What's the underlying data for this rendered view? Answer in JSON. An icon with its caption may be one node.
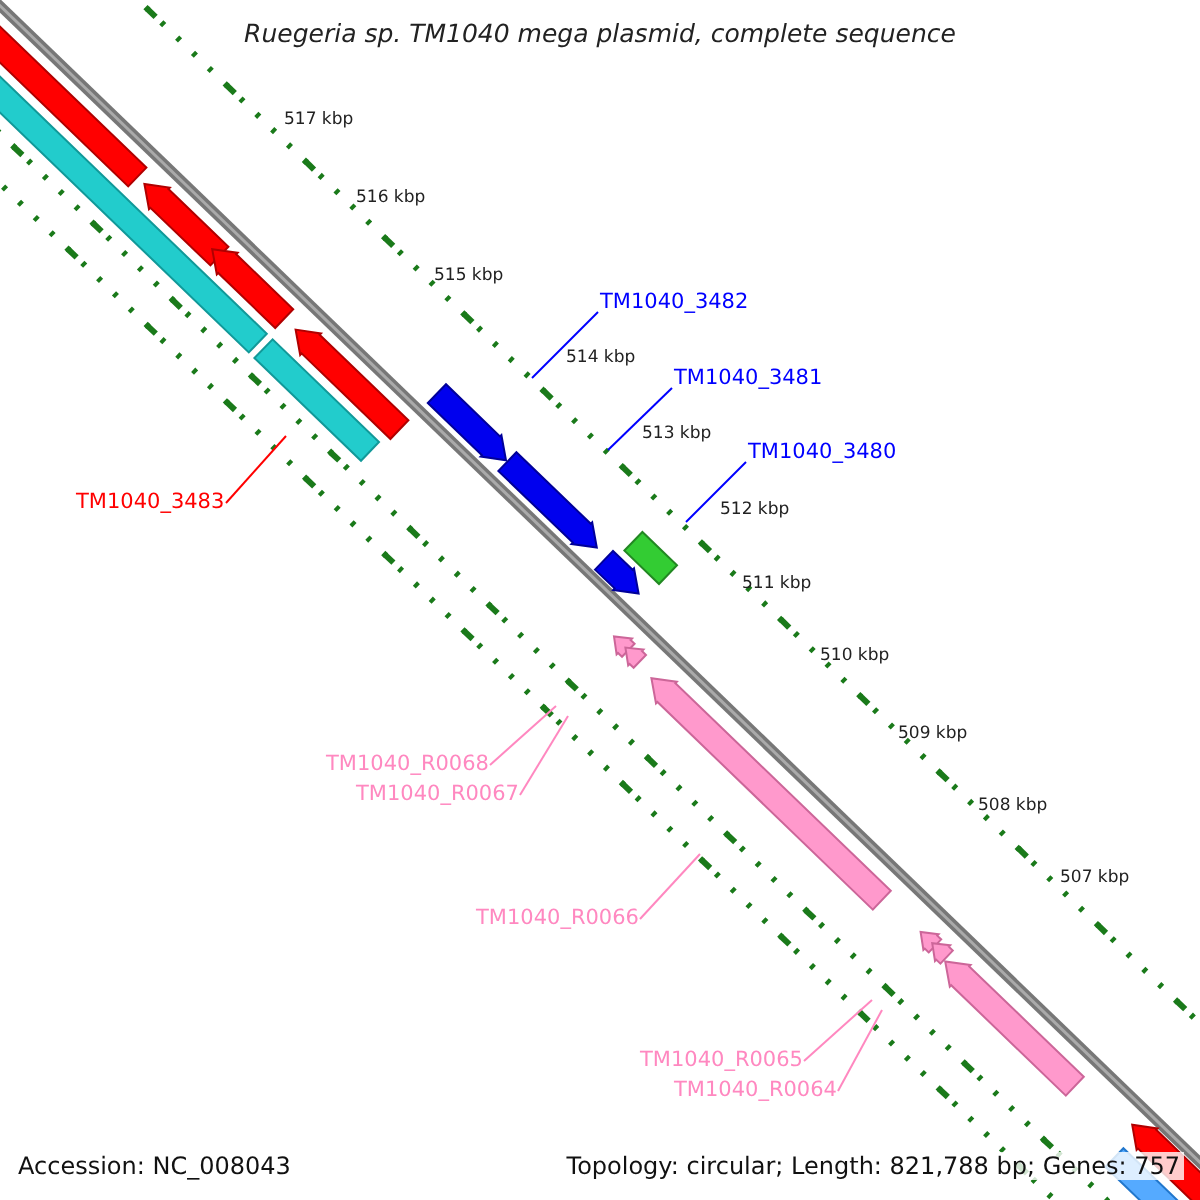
{
  "diagram": {
    "title": "Ruegeria sp. TM1040 mega plasmid, complete sequence",
    "nodes": [
      {
        "text": [
          "TM1040_3482"
        ]
      },
      {
        "text": [
          "TM1040_3481"
        ]
      },
      {
        "text": [
          "TM1040_3480"
        ]
      },
      {
        "text": [
          "TM1040_3483"
        ]
      },
      {
        "text": [
          "TM1040_R0068"
        ]
      },
      {
        "text": [
          "TM1040_R0067"
        ]
      },
      {
        "text": [
          "TM1040_R0066"
        ]
      },
      {
        "text": [
          "TM1040_R0065"
        ]
      },
      {
        "text": [
          "TM1040_R0064"
        ]
      }
    ],
    "edges": [
      {
        "from": 0,
        "to": null,
        "arrow": "none",
        "color": "#0000ff"
      },
      {
        "from": 1,
        "to": null,
        "arrow": "none",
        "color": "#0000ff"
      },
      {
        "from": 2,
        "to": null,
        "arrow": "none",
        "color": "#0000ff"
      },
      {
        "from": 3,
        "to": null,
        "arrow": "none",
        "color": "#ff0000"
      },
      {
        "from": 4,
        "to": null,
        "arrow": "none"
      },
      {
        "from": 5,
        "to": null,
        "arrow": "none"
      },
      {
        "from": 6,
        "to": null,
        "arrow": "none"
      },
      {
        "from": 7,
        "to": null,
        "arrow": "none"
      },
      {
        "from": 8,
        "to": null,
        "arrow": "none"
      }
    ],
    "labels": [
      "517 kbp",
      "516 kbp",
      "515 kbp",
      "514 kbp",
      "513 kbp",
      "512 kbp",
      "511 kbp",
      "510 kbp",
      "509 kbp",
      "508 kbp",
      "507 kbp",
      "Accession: NC_008043",
      "Topology: circular; Length: 821,788 bp; Genes: 757"
    ]
  }
}
